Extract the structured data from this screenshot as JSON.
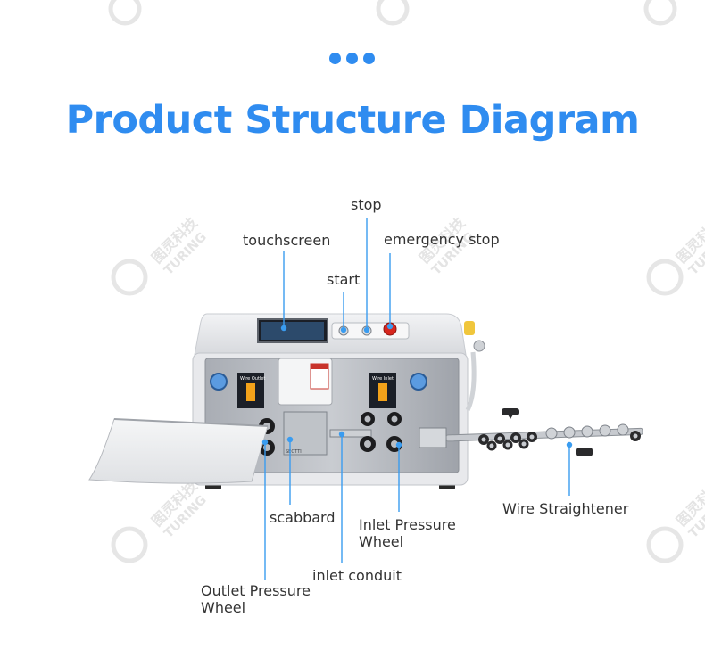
{
  "title": "Product Structure Diagram",
  "accent_color": "#2f8cf0",
  "leader_color": "#3a9cf0",
  "labels": {
    "touchscreen": "touchscreen",
    "stop": "stop",
    "emergency_stop": "emergency stop",
    "start": "start",
    "scabbard": "scabbard",
    "inlet_pressure_wheel_1": "Inlet Pressure",
    "inlet_pressure_wheel_2": "Wheel",
    "inlet_conduit": "inlet conduit",
    "outlet_pressure_wheel_1": "Outlet Pressure",
    "outlet_pressure_wheel_2": "Wheel",
    "wire_straightener": "Wire Straightener"
  },
  "machine": {
    "wire_outlet_label": "Wire Outlet",
    "wire_inlet_label": "Wire Inlet",
    "plate_text": "SEOTTI"
  },
  "watermark": {
    "brand_cn": "图灵科技",
    "brand_en": "TURING"
  }
}
